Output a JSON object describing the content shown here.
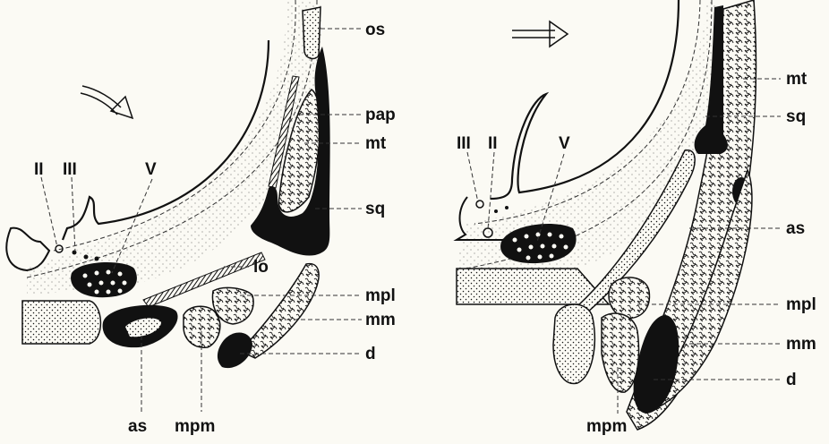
{
  "left_panel": {
    "labels": {
      "os": "os",
      "pap": "pap",
      "mt": "mt",
      "sq": "sq",
      "lo": "lo",
      "mpl": "mpl",
      "mm": "mm",
      "d": "d",
      "as": "as",
      "mpm": "mpm",
      "II": "II",
      "III": "III",
      "V": "V"
    }
  },
  "right_panel": {
    "labels": {
      "mt": "mt",
      "sq": "sq",
      "as": "as",
      "mpl": "mpl",
      "mm": "mm",
      "d": "d",
      "mpm": "mpm",
      "III": "III",
      "II": "II",
      "V": "V"
    }
  },
  "colors": {
    "ink": "#111111",
    "paper": "#fbfaf4"
  }
}
